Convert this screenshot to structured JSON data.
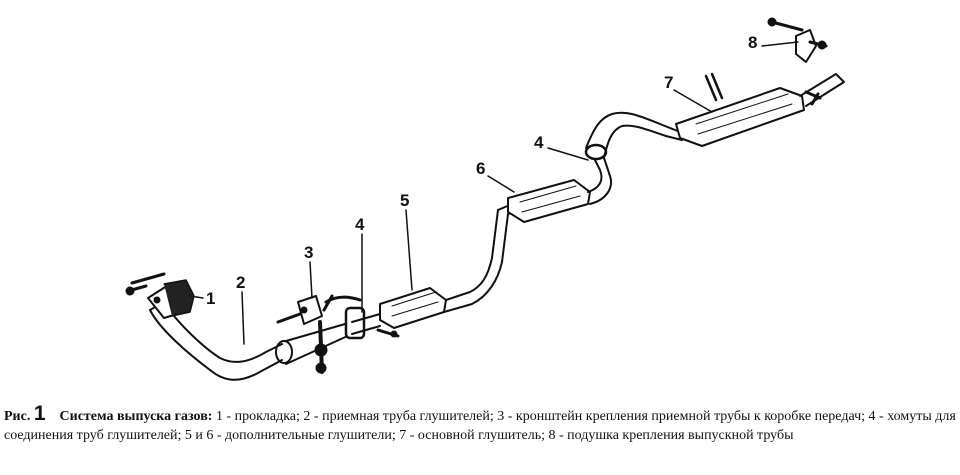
{
  "callouts": {
    "c1": "1",
    "c2": "2",
    "c3": "3",
    "c4a": "4",
    "c4b": "4",
    "c5": "5",
    "c6": "6",
    "c7": "7",
    "c8": "8"
  },
  "caption": {
    "fig_label": "Рис.",
    "fig_num": "1",
    "title": "Система выпуска газов:",
    "text": " 1 - прокладка; 2 - приемная труба глушителей; 3 - кронштейн крепления приемной трубы к коробке передач; 4 - хомуты для соединения труб глушителей; 5 и 6 - дополнительные глушители; 7 - основной глушитель; 8 - подушка крепления выпускной трубы"
  }
}
